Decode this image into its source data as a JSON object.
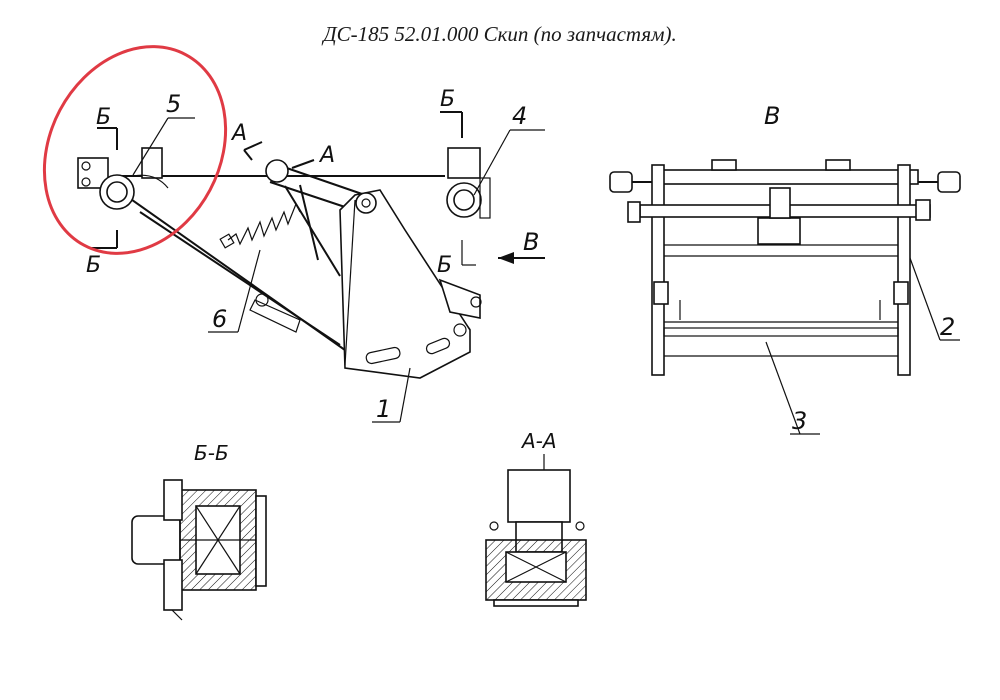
{
  "title": "ДС-185 52.01.000  Скип  (по запчастям).",
  "labels": {
    "part1": "1",
    "part2": "2",
    "part3": "3",
    "part4": "4",
    "part5": "5",
    "part6": "6",
    "section_a": "А",
    "section_b": "Б",
    "view_v": "В",
    "section_bb": "Б-Б",
    "section_aa": "А-А"
  },
  "colors": {
    "highlight": "#e03a44",
    "ink": "#111111"
  }
}
